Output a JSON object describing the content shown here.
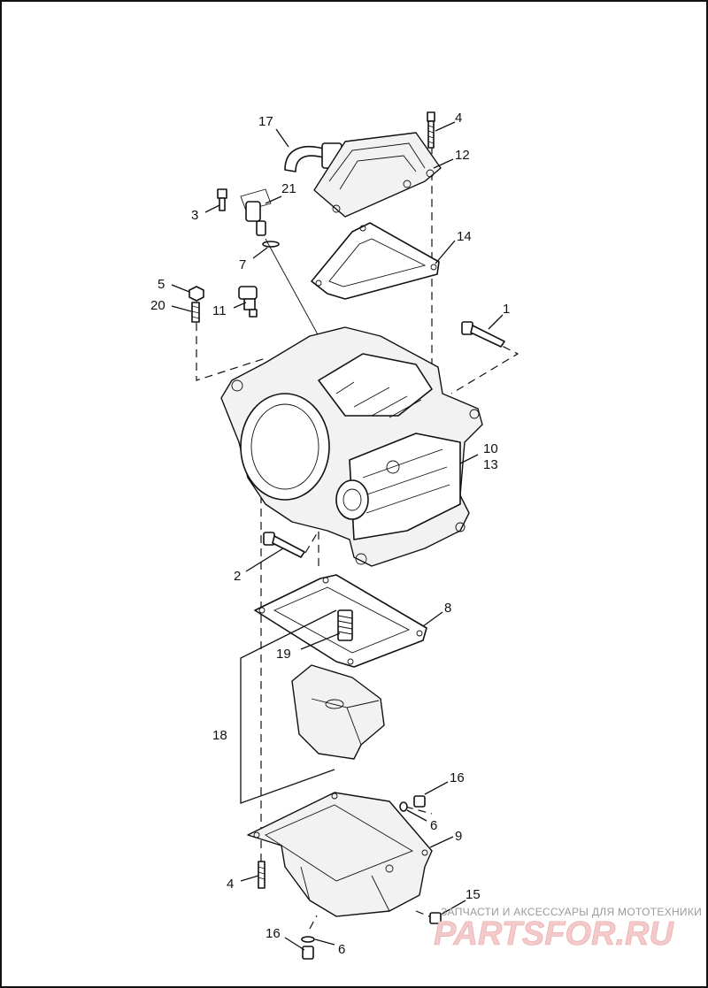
{
  "callouts": [
    {
      "id": "17",
      "text": "17"
    },
    {
      "id": "4a",
      "text": "4"
    },
    {
      "id": "12",
      "text": "12"
    },
    {
      "id": "21",
      "text": "21"
    },
    {
      "id": "3",
      "text": "3"
    },
    {
      "id": "14",
      "text": "14"
    },
    {
      "id": "7",
      "text": "7"
    },
    {
      "id": "5",
      "text": "5"
    },
    {
      "id": "20",
      "text": "20"
    },
    {
      "id": "11",
      "text": "11"
    },
    {
      "id": "1",
      "text": "1"
    },
    {
      "id": "10",
      "text": "10"
    },
    {
      "id": "13",
      "text": "13"
    },
    {
      "id": "2",
      "text": "2"
    },
    {
      "id": "8",
      "text": "8"
    },
    {
      "id": "19",
      "text": "19"
    },
    {
      "id": "18",
      "text": "18"
    },
    {
      "id": "16a",
      "text": "16"
    },
    {
      "id": "6a",
      "text": "6"
    },
    {
      "id": "9",
      "text": "9"
    },
    {
      "id": "4b",
      "text": "4"
    },
    {
      "id": "15",
      "text": "15"
    },
    {
      "id": "16b",
      "text": "16"
    },
    {
      "id": "6b",
      "text": "6"
    }
  ],
  "watermark": {
    "tagline": "ЗАПЧАСТИ И АКСЕССУАРЫ ДЛЯ МОТОТЕХНИКИ",
    "logo": "PARTSFOR.RU"
  }
}
